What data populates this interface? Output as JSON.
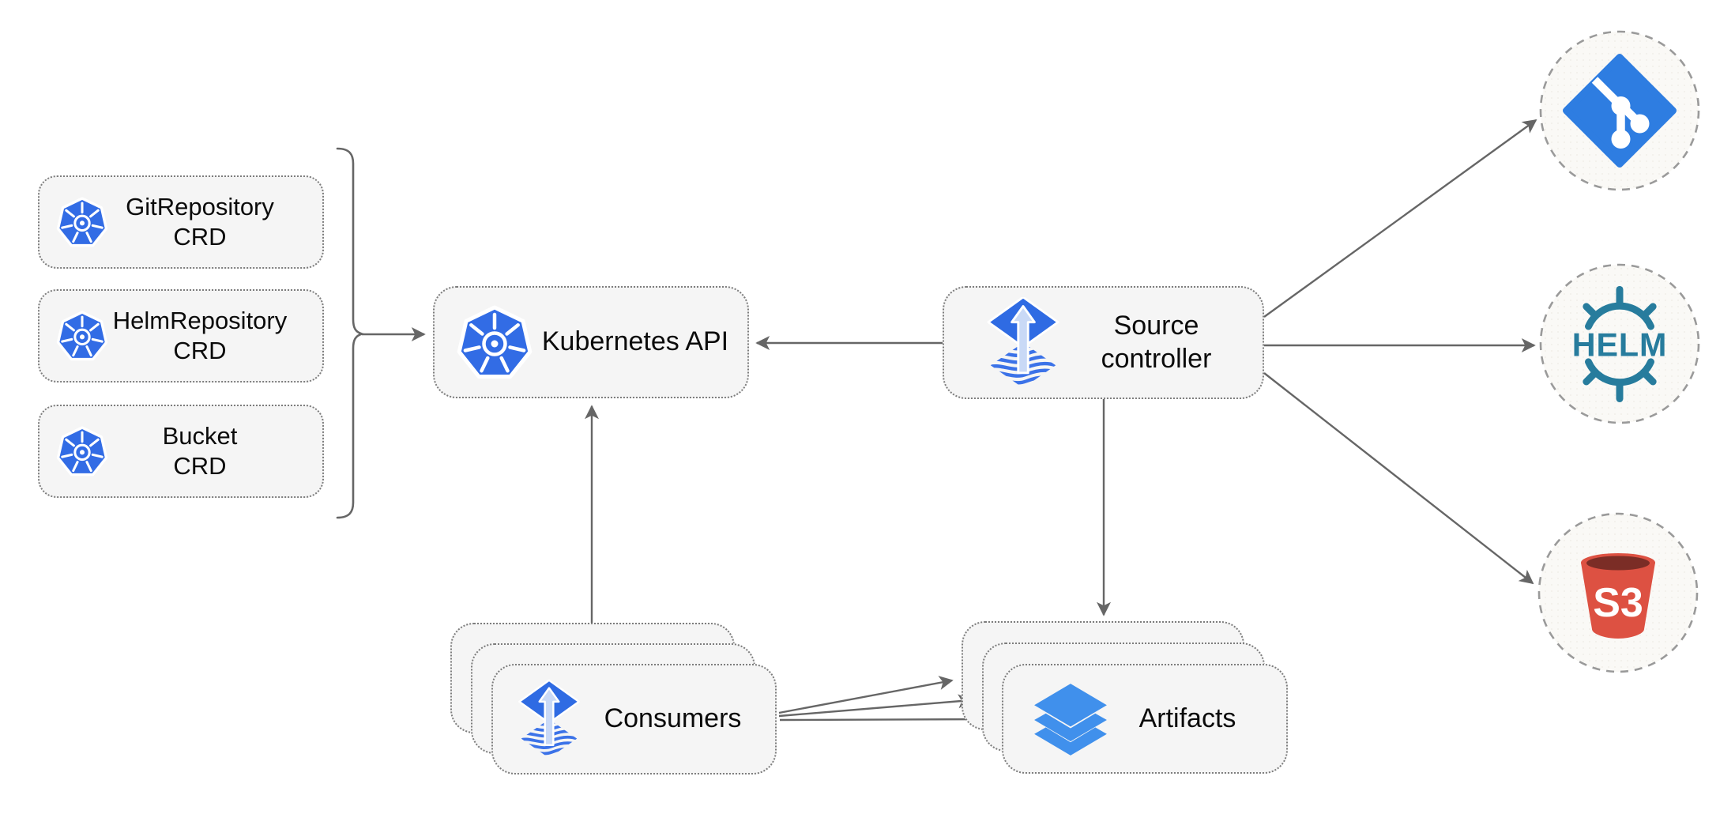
{
  "nodes": {
    "crds": [
      {
        "line1": "GitRepository",
        "line2": "CRD",
        "icon": "kubernetes-icon"
      },
      {
        "line1": "HelmRepository",
        "line2": "CRD",
        "icon": "kubernetes-icon"
      },
      {
        "line1": "Bucket",
        "line2": "CRD",
        "icon": "kubernetes-icon"
      }
    ],
    "kubernetes_api": {
      "label": "Kubernetes API",
      "icon": "kubernetes-icon"
    },
    "source_controller": {
      "line1": "Source",
      "line2": "controller",
      "icon": "flux-icon"
    },
    "consumers": {
      "label": "Consumers",
      "icon": "flux-icon",
      "stacked": 3
    },
    "artifacts": {
      "label": "Artifacts",
      "icon": "layers-icon",
      "stacked": 3
    },
    "git_endpoint": {
      "icon": "git-icon"
    },
    "helm_endpoint": {
      "icon": "helm-icon",
      "label": "HELM"
    },
    "s3_endpoint": {
      "icon": "s3-bucket-icon",
      "label": "S3"
    }
  },
  "edges": [
    {
      "from": "crd-group-bracket",
      "to": "kubernetes-api"
    },
    {
      "from": "source-controller",
      "to": "kubernetes-api"
    },
    {
      "from": "consumers",
      "to": "kubernetes-api"
    },
    {
      "from": "source-controller",
      "to": "git-endpoint"
    },
    {
      "from": "source-controller",
      "to": "helm-endpoint"
    },
    {
      "from": "source-controller",
      "to": "s3-endpoint"
    },
    {
      "from": "source-controller",
      "to": "artifacts"
    },
    {
      "from": "consumers",
      "to": "artifacts",
      "count": 3
    }
  ],
  "colors": {
    "kubernetes_blue": "#326CE5",
    "flux_blue": "#2F6BE3",
    "flux_arrow_light": "#C9D9F6",
    "git_blue": "#2E7DE1",
    "layers_blue": "#4090EC",
    "helm_teal": "#277C9D",
    "s3_red": "#DD5142",
    "s3_dark_red": "#7B2D26",
    "line_gray": "#666666",
    "node_fill": "#F5F5F5",
    "endpoint_fill": "#FAF9F6",
    "text": "#0B0B0B"
  }
}
